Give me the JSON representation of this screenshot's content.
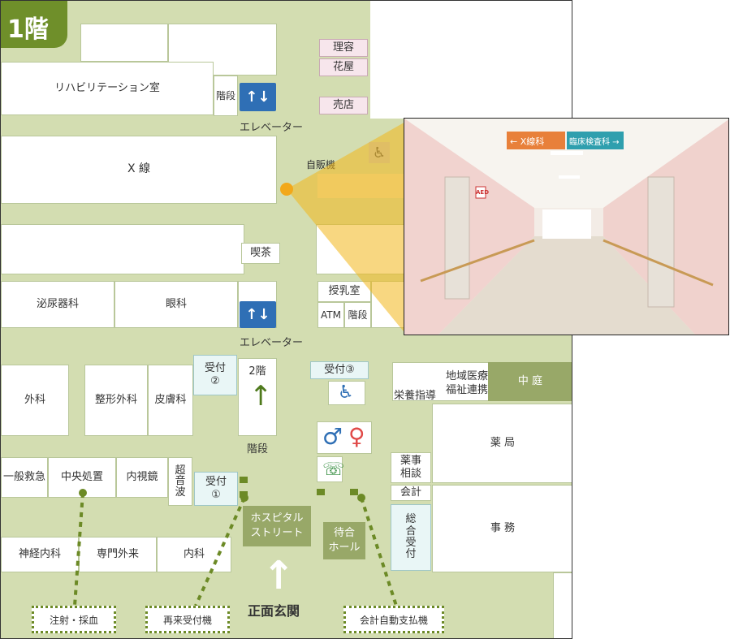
{
  "floor_label": "1階",
  "rooms": {
    "rehab": "リハビリテーション室",
    "stairs_top": "階段",
    "elevator_top": "エレベーター",
    "barber": "理容",
    "florist": "花屋",
    "shop": "売店",
    "xray": "X 線",
    "vending": "自販機",
    "cafe": "喫茶",
    "urology": "泌尿器科",
    "ophthalmology": "眼科",
    "nursing": "授乳室",
    "atm": "ATM",
    "stairs_mid": "階段",
    "elevator_mid": "エレベーター",
    "reception2": "受付\n②",
    "reception3": "受付③",
    "regional": "地域医療\n福祉連携室",
    "courtyard": "中 庭",
    "surgery": "外科",
    "orthopedics": "整形外科",
    "dermatology": "皮膚科",
    "floor2": "2階",
    "stairs_main": "階段",
    "nutrition": "栄養指導",
    "pharmacy": "薬 局",
    "emergency": "一般救急",
    "central": "中央処置",
    "endoscopy": "内視鏡",
    "ultrasound": "超\n音\n波",
    "reception1": "受付\n①",
    "pharma_consult": "薬事\n相談",
    "accounting": "会計",
    "hospital_street": "ホスピタル\nストリート",
    "waiting_hall": "待合\nホール",
    "general_reception": "総\n合\n受\n付",
    "office": "事 務",
    "neurology": "神経内科",
    "specialist": "専門外来",
    "internal": "内科",
    "main_entrance": "正面玄関",
    "injection": "注射・採血",
    "revisit": "再来受付機",
    "auto_pay": "会計自動支払機"
  },
  "photo": {
    "sign_xray": "← X線科",
    "sign_lab": "臨床検査科 →",
    "sign_aed": "AED"
  },
  "colors": {
    "map_bg": "#d3ddb1",
    "accent_green": "#6c8a26",
    "elevator_blue": "#2f6fb5",
    "sign_orange": "#e8803a",
    "sign_teal": "#2f9fae",
    "viewpoint": "#f2b71a"
  },
  "icons": [
    "elevator-icon",
    "wheelchair-icon",
    "restroom-icon",
    "phone-icon",
    "up-arrow-icon",
    "viewpoint-marker"
  ]
}
